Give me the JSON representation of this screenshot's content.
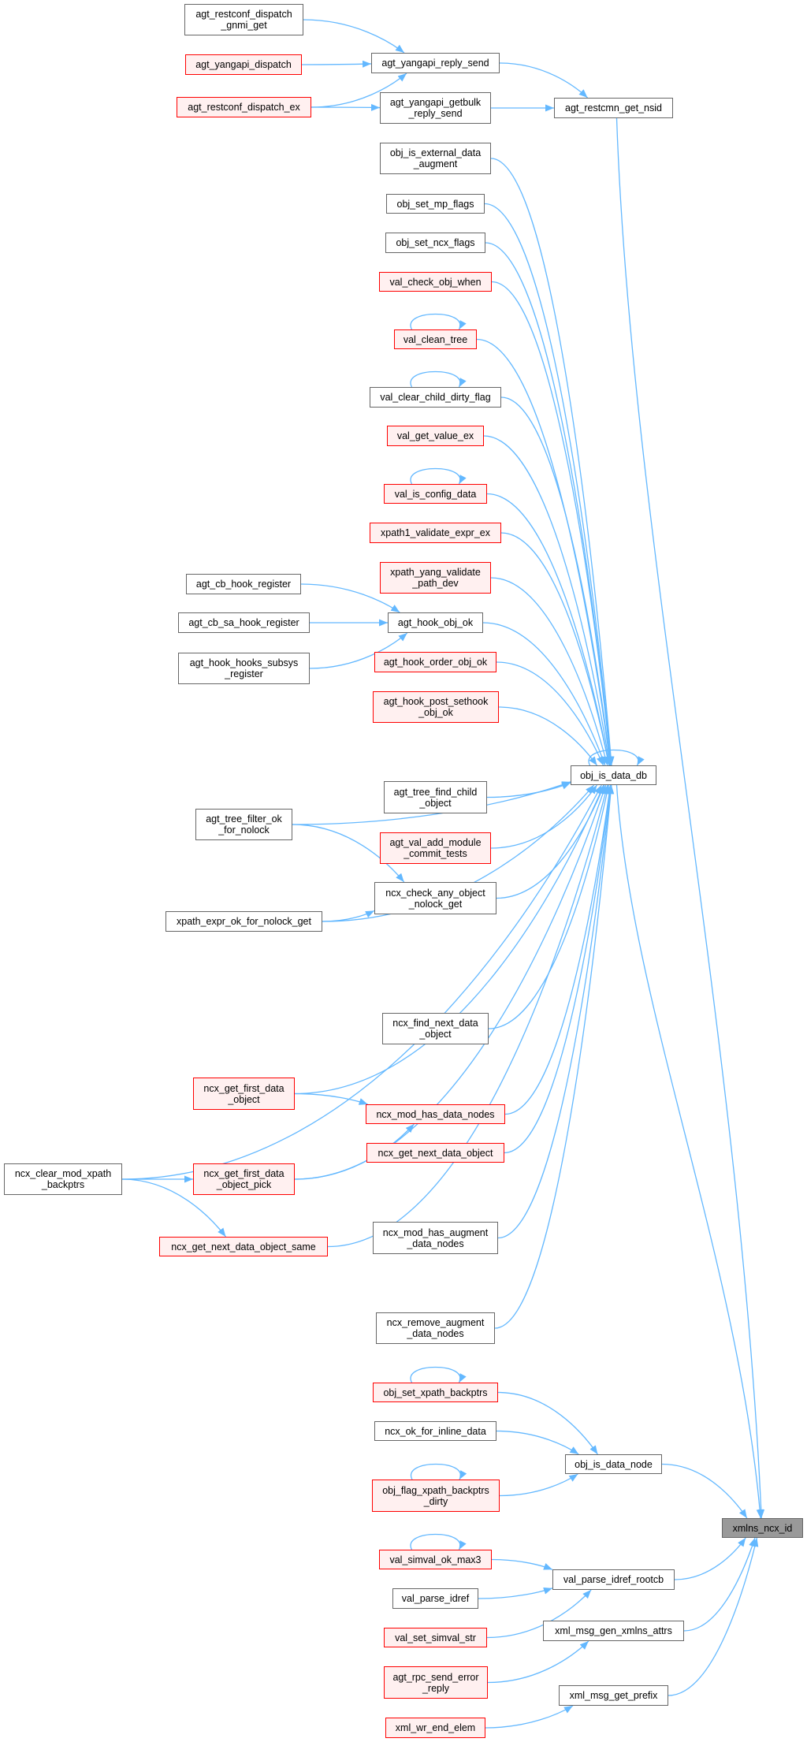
{
  "graph": {
    "title": "xmlns_ncx_id caller graph",
    "edge_color": "#63b8ff",
    "nodes": {
      "n_gnmi": "agt_restconf_dispatch\n_gnmi_get",
      "n_ydisp": "agt_yangapi_dispatch",
      "n_rdex": "agt_restconf_dispatch_ex",
      "n_reply": "agt_yangapi_reply_send",
      "n_getbulk": "agt_yangapi_getbulk\n_reply_send",
      "n_restcmn": "agt_restcmn_get_nsid",
      "n_extaug": "obj_is_external_data\n_augment",
      "n_mpflags": "obj_set_mp_flags",
      "n_ncxflags": "obj_set_ncx_flags",
      "n_checkwhen": "val_check_obj_when",
      "n_cleantree": "val_clean_tree",
      "n_clearchild": "val_clear_child_dirty_flag",
      "n_getvalue": "val_get_value_ex",
      "n_isconfig": "val_is_config_data",
      "n_xpath1": "xpath1_validate_expr_ex",
      "n_xpathyang": "xpath_yang_validate\n_path_dev",
      "n_cbhook": "agt_cb_hook_register",
      "n_cbsa": "agt_cb_sa_hook_register",
      "n_subsys": "agt_hook_hooks_subsys\n_register",
      "n_hookobj": "agt_hook_obj_ok",
      "n_hookorder": "agt_hook_order_obj_ok",
      "n_postset": "agt_hook_post_sethook\n_obj_ok",
      "n_objdb": "obj_is_data_db",
      "n_findchild": "agt_tree_find_child\n_object",
      "n_filter": "agt_tree_filter_ok\n_for_nolock",
      "n_valadd": "agt_val_add_module\n_commit_tests",
      "n_checkany": "ncx_check_any_object\n_nolock_get",
      "n_xpathexpr": "xpath_expr_ok_for_nolock_get",
      "n_findnext": "ncx_find_next_data\n_object",
      "n_firstdata": "ncx_get_first_data\n_object",
      "n_modhas": "ncx_mod_has_data_nodes",
      "n_nextdata": "ncx_get_next_data_object",
      "n_clearmod": "ncx_clear_mod_xpath\n_backptrs",
      "n_pick": "ncx_get_first_data\n_object_pick",
      "n_same": "ncx_get_next_data_object_same",
      "n_modaug": "ncx_mod_has_augment\n_data_nodes",
      "n_removeaug": "ncx_remove_augment\n_data_nodes",
      "n_setxpath": "obj_set_xpath_backptrs",
      "n_inline": "ncx_ok_for_inline_data",
      "n_datanode": "obj_is_data_node",
      "n_flagxpath": "obj_flag_xpath_backptrs\n_dirty",
      "n_xmlns": "xmlns_ncx_id",
      "n_simval": "val_simval_ok_max3",
      "n_rootcb": "val_parse_idref_rootcb",
      "n_parseidref": "val_parse_idref",
      "n_setsimval": "val_set_simval_str",
      "n_genxmlns": "xml_msg_gen_xmlns_attrs",
      "n_rpcerr": "agt_rpc_send_error\n_reply",
      "n_getprefix": "xml_msg_get_prefix",
      "n_wrend": "xml_wr_end_elem"
    },
    "edges": [
      [
        "n_gnmi",
        "n_reply"
      ],
      [
        "n_ydisp",
        "n_reply"
      ],
      [
        "n_rdex",
        "n_reply"
      ],
      [
        "n_rdex",
        "n_getbulk"
      ],
      [
        "n_reply",
        "n_restcmn"
      ],
      [
        "n_getbulk",
        "n_restcmn"
      ],
      [
        "n_restcmn",
        "n_xmlns"
      ],
      [
        "n_extaug",
        "n_objdb"
      ],
      [
        "n_mpflags",
        "n_objdb"
      ],
      [
        "n_ncxflags",
        "n_objdb"
      ],
      [
        "n_checkwhen",
        "n_objdb"
      ],
      [
        "n_cleantree",
        "n_cleantree"
      ],
      [
        "n_cleantree",
        "n_objdb"
      ],
      [
        "n_clearchild",
        "n_clearchild"
      ],
      [
        "n_clearchild",
        "n_objdb"
      ],
      [
        "n_getvalue",
        "n_objdb"
      ],
      [
        "n_isconfig",
        "n_isconfig"
      ],
      [
        "n_isconfig",
        "n_objdb"
      ],
      [
        "n_xpath1",
        "n_objdb"
      ],
      [
        "n_xpathyang",
        "n_objdb"
      ],
      [
        "n_cbhook",
        "n_hookobj"
      ],
      [
        "n_cbsa",
        "n_hookobj"
      ],
      [
        "n_subsys",
        "n_hookobj"
      ],
      [
        "n_hookobj",
        "n_objdb"
      ],
      [
        "n_hookorder",
        "n_objdb"
      ],
      [
        "n_postset",
        "n_objdb"
      ],
      [
        "n_objdb",
        "n_objdb"
      ],
      [
        "n_findchild",
        "n_objdb"
      ],
      [
        "n_filter",
        "n_objdb"
      ],
      [
        "n_filter",
        "n_checkany"
      ],
      [
        "n_valadd",
        "n_objdb"
      ],
      [
        "n_checkany",
        "n_objdb"
      ],
      [
        "n_xpathexpr",
        "n_checkany"
      ],
      [
        "n_xpathexpr",
        "n_objdb"
      ],
      [
        "n_findnext",
        "n_objdb"
      ],
      [
        "n_firstdata",
        "n_objdb"
      ],
      [
        "n_firstdata",
        "n_modhas"
      ],
      [
        "n_modhas",
        "n_objdb"
      ],
      [
        "n_nextdata",
        "n_objdb"
      ],
      [
        "n_clearmod",
        "n_objdb"
      ],
      [
        "n_clearmod",
        "n_pick"
      ],
      [
        "n_clearmod",
        "n_same"
      ],
      [
        "n_pick",
        "n_modhas"
      ],
      [
        "n_pick",
        "n_objdb"
      ],
      [
        "n_same",
        "n_objdb"
      ],
      [
        "n_modaug",
        "n_objdb"
      ],
      [
        "n_removeaug",
        "n_objdb"
      ],
      [
        "n_objdb",
        "n_xmlns"
      ],
      [
        "n_setxpath",
        "n_setxpath"
      ],
      [
        "n_setxpath",
        "n_datanode"
      ],
      [
        "n_inline",
        "n_datanode"
      ],
      [
        "n_flagxpath",
        "n_flagxpath"
      ],
      [
        "n_flagxpath",
        "n_datanode"
      ],
      [
        "n_datanode",
        "n_xmlns"
      ],
      [
        "n_simval",
        "n_simval"
      ],
      [
        "n_simval",
        "n_rootcb"
      ],
      [
        "n_parseidref",
        "n_rootcb"
      ],
      [
        "n_setsimval",
        "n_rootcb"
      ],
      [
        "n_rootcb",
        "n_xmlns"
      ],
      [
        "n_genxmlns",
        "n_xmlns"
      ],
      [
        "n_rpcerr",
        "n_genxmlns"
      ],
      [
        "n_getprefix",
        "n_xmlns"
      ],
      [
        "n_wrend",
        "n_getprefix"
      ]
    ]
  }
}
